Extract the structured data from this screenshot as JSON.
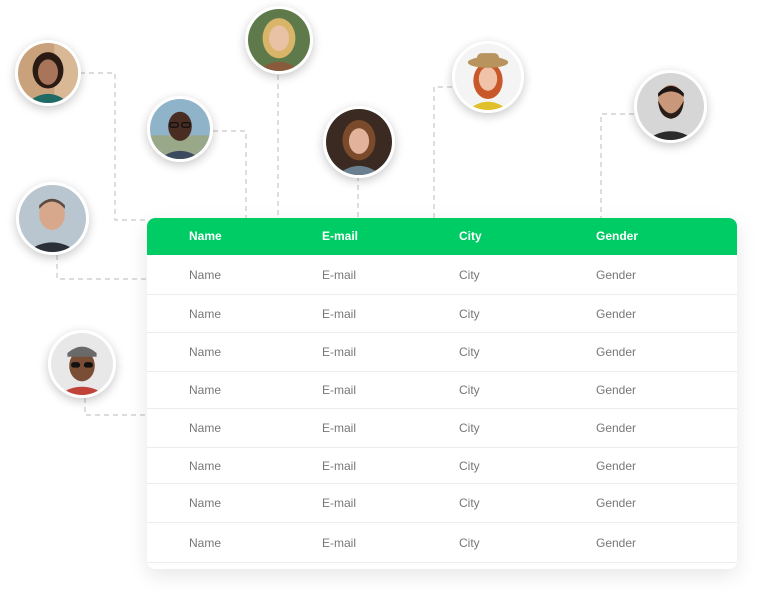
{
  "table": {
    "headers": [
      "Name",
      "E-mail",
      "City",
      "Gender"
    ],
    "rows": [
      [
        "Name",
        "E-mail",
        "City",
        "Gender"
      ],
      [
        "Name",
        "E-mail",
        "City",
        "Gender"
      ],
      [
        "Name",
        "E-mail",
        "City",
        "Gender"
      ],
      [
        "Name",
        "E-mail",
        "City",
        "Gender"
      ],
      [
        "Name",
        "E-mail",
        "City",
        "Gender"
      ],
      [
        "Name",
        "E-mail",
        "City",
        "Gender"
      ],
      [
        "Name",
        "E-mail",
        "City",
        "Gender"
      ],
      [
        "Name",
        "E-mail",
        "City",
        "Gender"
      ]
    ]
  },
  "colors": {
    "header_bg": "#00cc66",
    "header_text": "#ffffff",
    "cell_text": "#777777",
    "connector": "#cccccc"
  },
  "avatars": [
    {
      "icon": "person-photo-icon"
    },
    {
      "icon": "person-photo-icon"
    },
    {
      "icon": "person-photo-icon"
    },
    {
      "icon": "person-photo-icon"
    },
    {
      "icon": "person-photo-icon"
    },
    {
      "icon": "person-photo-icon"
    },
    {
      "icon": "person-photo-icon"
    },
    {
      "icon": "person-photo-icon"
    }
  ]
}
